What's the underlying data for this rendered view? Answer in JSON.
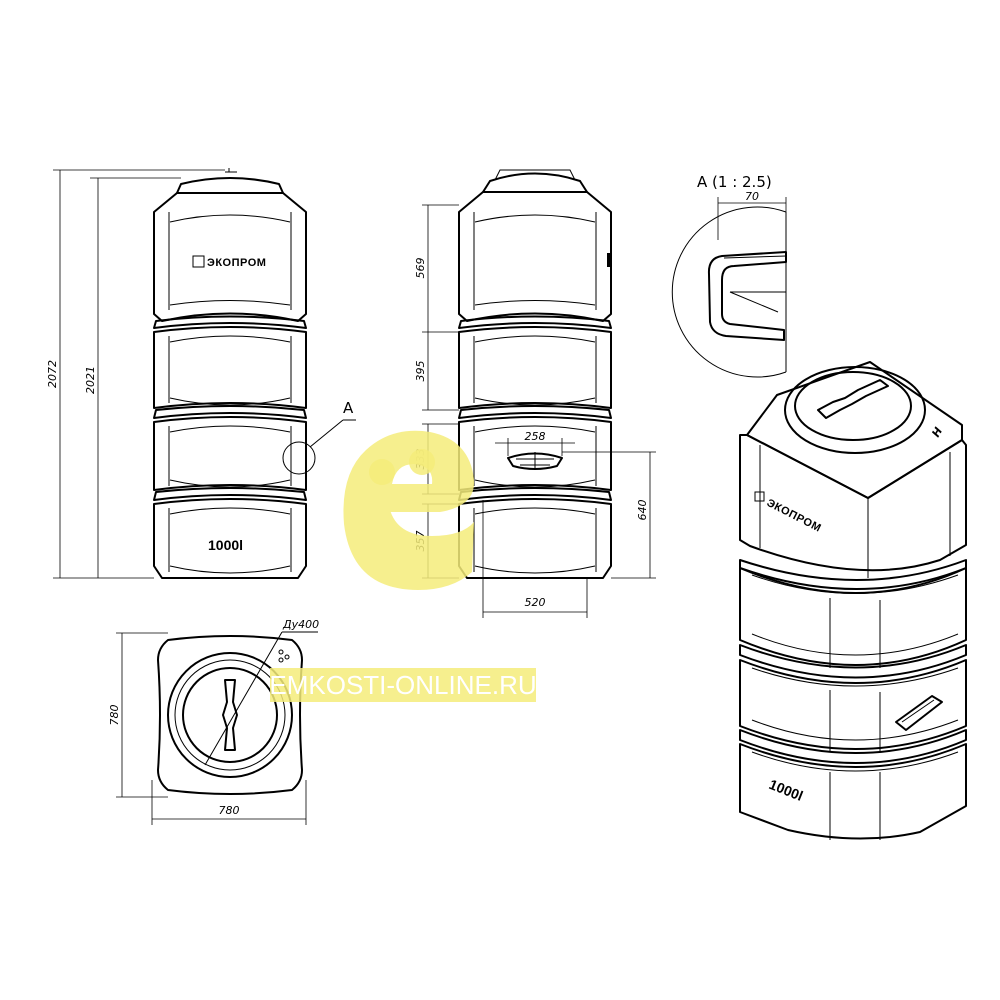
{
  "dimensions": {
    "total_height": "2072",
    "body_height": "2021",
    "section_top": "569",
    "section_2": "395",
    "section_3": "333",
    "section_4": "357",
    "hatch_width": "258",
    "hatch_height": "640",
    "side_width": "520",
    "plan_width": "780",
    "plan_depth": "780",
    "lid_diameter": "Ду400",
    "detail_width": "70"
  },
  "labels": {
    "detail_marker": "A",
    "detail_title": "A (1 : 2.5)",
    "brand": "ЭКОПРОМ",
    "volume": "1000l"
  },
  "watermark": {
    "text": "EMKOSTI-ONLINE.RU",
    "color": "#f5ec7a"
  },
  "colors": {
    "line": "#000000",
    "watermark": "#f5ec7a"
  }
}
